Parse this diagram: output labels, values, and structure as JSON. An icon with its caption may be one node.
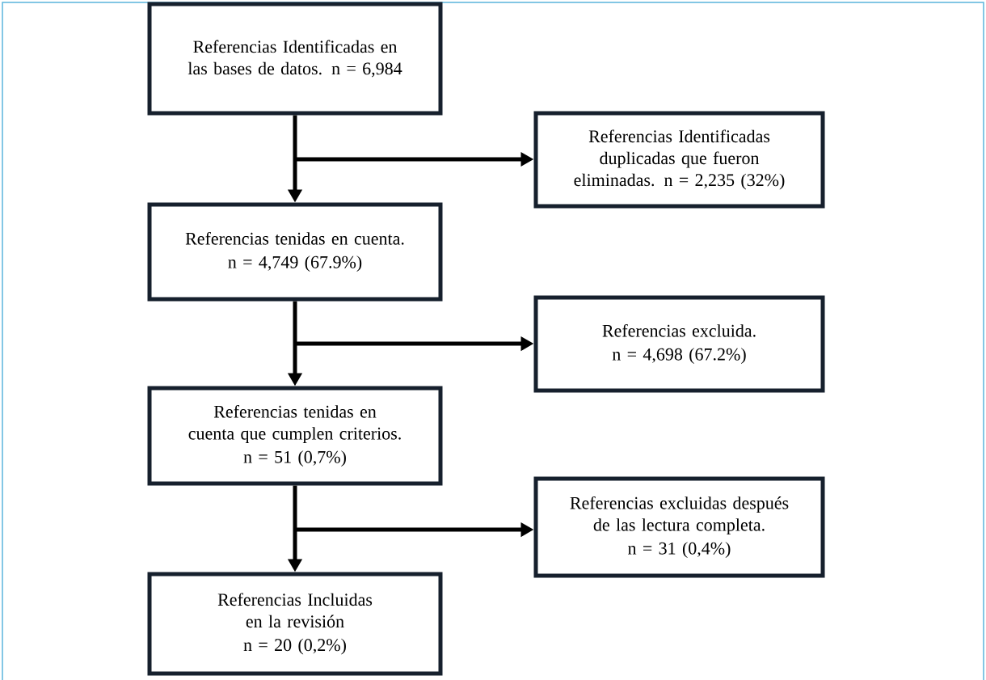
{
  "diagram": {
    "nodes": [
      {
        "text": [
          "Referencias Identificadas en las bases de datos. n = 6,984"
        ]
      },
      {
        "text": [
          "Referencias Identificadas duplicadas que fueron eliminadas. n = 2,235 (32%)"
        ]
      },
      {
        "text": [
          "Referencias tenidas en cuenta.",
          "n = 4,749 (67.9%)"
        ]
      },
      {
        "text": [
          "Referencias excluida.",
          "n = 4,698 (67.2%)"
        ]
      },
      {
        "text": [
          "Referencias tenidas en cuenta que cumplen criterios.",
          "n = 51 (0,7%)"
        ]
      },
      {
        "text": [
          "Referencias excluidas después de las lectura completa.",
          "n = 31 (0,4%)"
        ]
      },
      {
        "text": [
          "Referencias Incluidas en la revisión",
          "n = 20 (0,2%)"
        ]
      }
    ],
    "edges": [
      {
        "from": 0,
        "to": 2,
        "arrow": "to"
      },
      {
        "from": 0,
        "to": 1,
        "arrow": "to"
      },
      {
        "from": 2,
        "to": 4,
        "arrow": "to"
      },
      {
        "from": 2,
        "to": 3,
        "arrow": "to"
      },
      {
        "from": 4,
        "to": 6,
        "arrow": "to"
      },
      {
        "from": 4,
        "to": 5,
        "arrow": "to"
      }
    ]
  }
}
